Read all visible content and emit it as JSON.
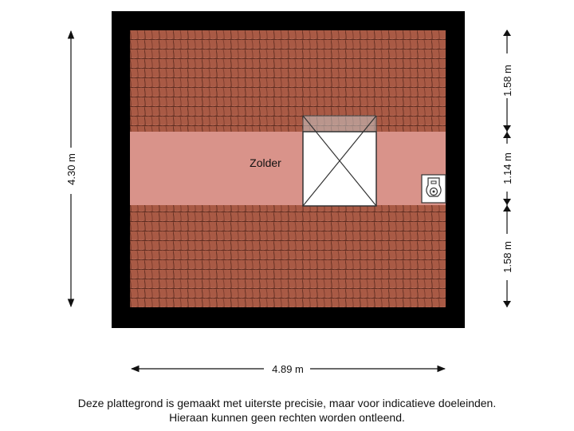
{
  "room": {
    "name": "Zolder"
  },
  "dimensions": {
    "width": "4.89 m",
    "height": "4.30 m",
    "right_segments": [
      "1.58 m",
      "1.14 m",
      "1.58 m"
    ]
  },
  "disclaimer": {
    "line1": "Deze plattegrond is gemaakt met uiterste precisie, maar voor indicatieve doeleinden.",
    "line2": "Hieraan kunnen geen rechten worden ontleend."
  },
  "colors": {
    "wall": "#000000",
    "roof_tile": "#a95a45",
    "tile_line": "#5e2c20",
    "floor": "#d9938a",
    "hatch": "#ffffff",
    "hatch_line": "#333333"
  }
}
